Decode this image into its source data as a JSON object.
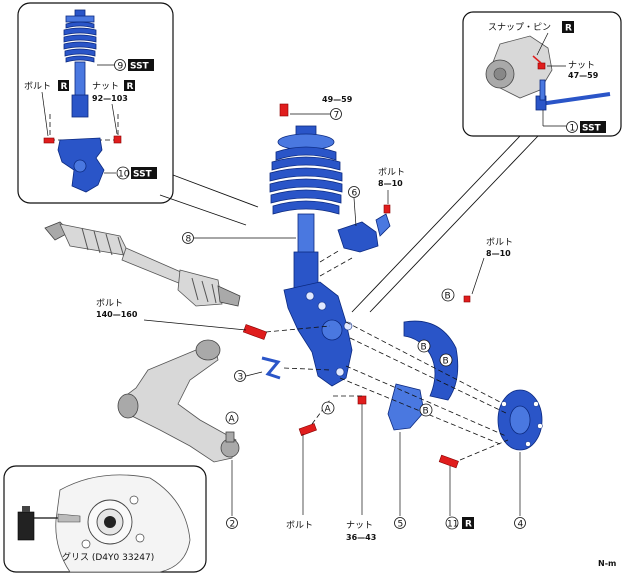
{
  "labels": {
    "snap_pin": "スナップ・ピン",
    "nut_top": "ナット",
    "torque_nut_top": "47—59",
    "torque_7": "49—59",
    "bolt_6": "ボルト",
    "torque_bolt_6": "8—10",
    "bolt_b": "ボルト",
    "torque_bolt_b": "8—10",
    "bolt_left": "ボルト",
    "torque_bolt_left": "140—160",
    "bolt_bottom": "ボルト",
    "nut_bottom": "ナット",
    "torque_nut_bottom": "36—43",
    "inset_bolt": "ボルト",
    "inset_nut": "ナット",
    "torque_inset_nut": "92—103",
    "grease": "グリス (D4Y0 33247)",
    "corner_code": "N-m"
  },
  "tags": {
    "sst": "SST",
    "reuse": "R"
  },
  "callouts": {
    "c1": "1",
    "c2": "2",
    "c3": "3",
    "c4": "4",
    "c5": "5",
    "c6": "6",
    "c7": "7",
    "c8": "8",
    "c9": "9",
    "c10": "10",
    "c11": "11"
  },
  "letters": {
    "a": "A",
    "b": "B"
  },
  "colors": {
    "part_blue": "#2a55c8",
    "fastener_red": "#e01d1d",
    "tag_black": "#111111"
  }
}
